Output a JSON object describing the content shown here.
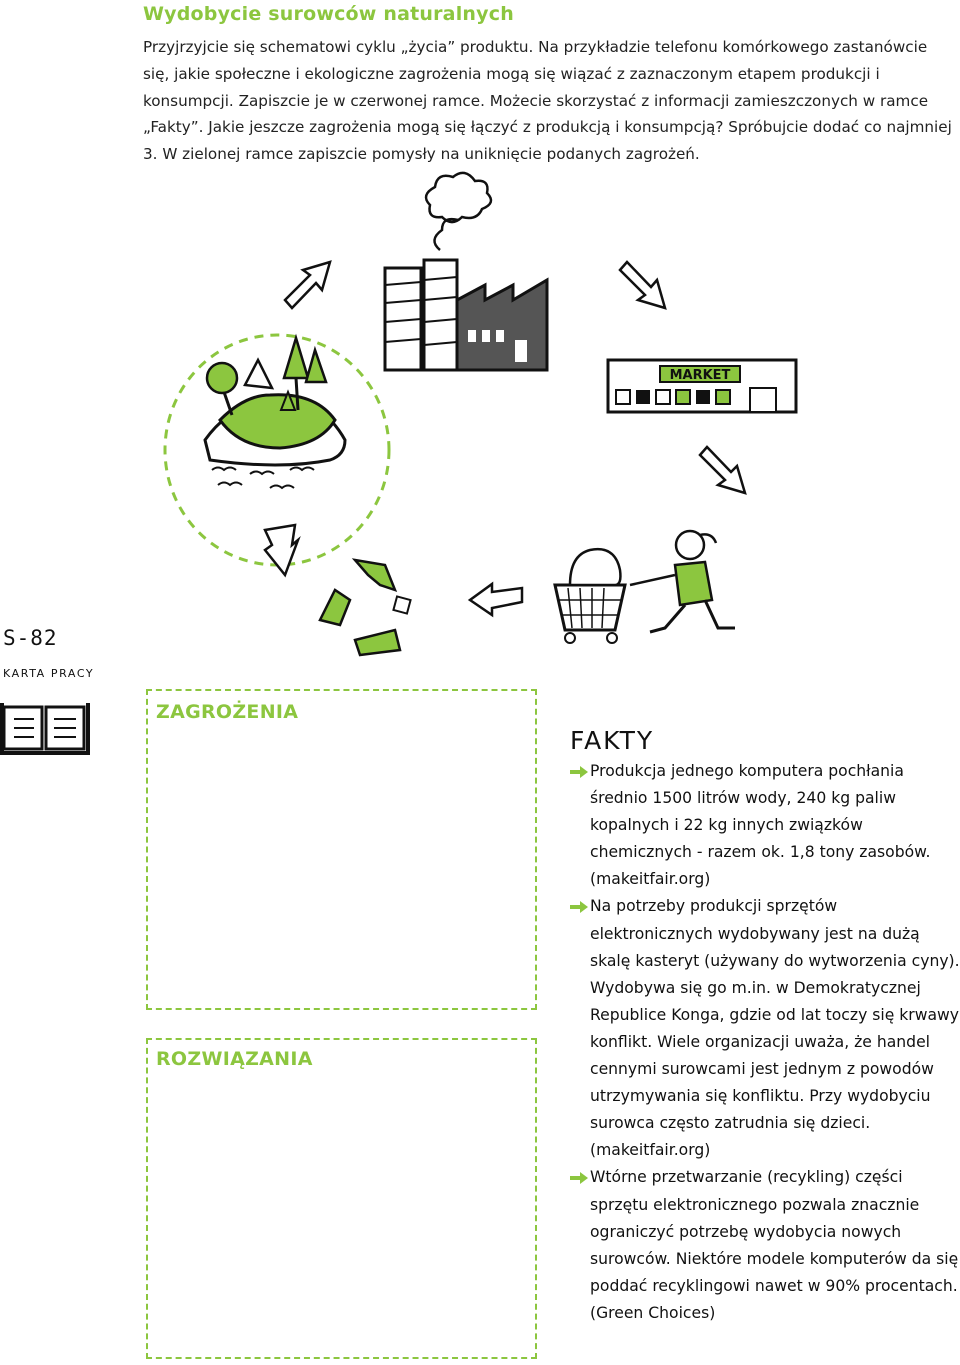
{
  "header": {
    "title": "Wydobycie surowców naturalnych",
    "intro": "Przyjrzyjcie się schematowi cyklu „życia” produktu. Na przykładzie telefonu komórkowego zastanówcie się, jakie społeczne i ekologiczne zagrożenia mogą się wiązać z zaznaczonym etapem produkcji i konsumpcji. Zapiszcie je w czerwonej ramce. Możecie skorzystać z informacji zamieszczonych w ramce „Fakty”. Jakie jeszcze zagrożenia mogą się łączyć z produkcją i konsumpcją? Spróbujcie dodać co najmniej 3. W zielonej ramce zapiszcie pomysły na uniknięcie podanych zagrożeń."
  },
  "illustration": {
    "market_sign": "MARKET",
    "colors": {
      "accent": "#8cc63f",
      "factory": "#555555",
      "ink": "#111111"
    },
    "icons": [
      "factory-icon",
      "market-icon",
      "shopper-icon",
      "recycling-icon",
      "nature-island-icon",
      "arrow-icon"
    ]
  },
  "sidebar": {
    "code": "S-82",
    "subtitle": "KARTA PRACY",
    "icon": "book-icon"
  },
  "boxes": {
    "threats_label": "ZAGROŻENIA",
    "solutions_label": "ROZWIĄZANIA"
  },
  "facts": {
    "title": "FAKTY",
    "items": [
      "Produkcja jednego komputera pochłania średnio 1500 litrów wody, 240 kg paliw kopalnych i 22 kg innych związków chemicznych - razem ok. 1,8 tony zasobów. (makeitfair.org)",
      "Na potrzeby produkcji sprzętów elektronicznych wydobywany jest na dużą skalę kasteryt (używany do wytworzenia cyny). Wydobywa się go m.in. w Demokratycznej Republice Konga, gdzie od lat toczy się krwawy konflikt. Wiele organizacji uważa, że handel cennymi surowcami jest jednym z powodów utrzymywania się konfliktu. Przy wydobyciu surowca często zatrudnia się dzieci. (makeitfair.org)",
      "Wtórne przetwarzanie (recykling) części sprzętu elektronicznego pozwala znacznie ograniczyć potrzebę wydobycia nowych surowców. Niektóre modele komputerów da się poddać recyklingowi nawet w 90% procentach. (Green Choices)"
    ]
  }
}
